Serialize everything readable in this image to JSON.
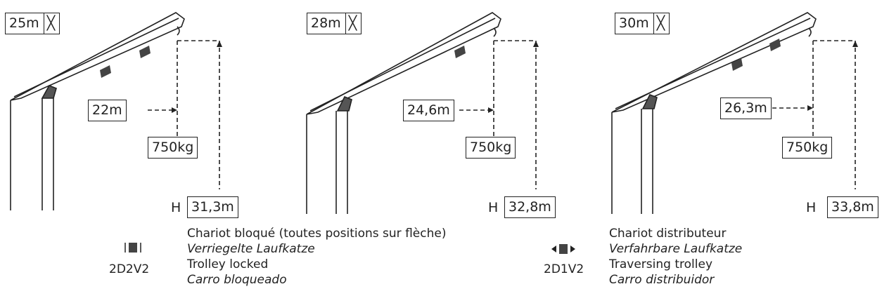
{
  "cranes": [
    {
      "boom_length": "25m",
      "hook_radius": "22m",
      "load": "750kg",
      "height_prefix": "H",
      "height": "31,3m"
    },
    {
      "boom_length": "28m",
      "hook_radius": "24,6m",
      "load": "750kg",
      "height_prefix": "H",
      "height": "32,8m"
    },
    {
      "boom_length": "30m",
      "hook_radius": "26,3m",
      "load": "750kg",
      "height_prefix": "H",
      "height": "33,8m"
    }
  ],
  "legend": {
    "locked": {
      "code": "2D2V2",
      "icon": "trolley-locked-icon",
      "lines": [
        "Chariot bloqué (toutes positions sur flèche)",
        "Verriegelte Laufkatze",
        "Trolley locked",
        "Carro bloqueado"
      ]
    },
    "traversing": {
      "code": "2D1V2",
      "icon": "trolley-traversing-icon",
      "lines": [
        "Chariot distributeur",
        "Verfahrbare Laufkatze",
        "Traversing trolley",
        "Carro distribuidor"
      ]
    }
  }
}
